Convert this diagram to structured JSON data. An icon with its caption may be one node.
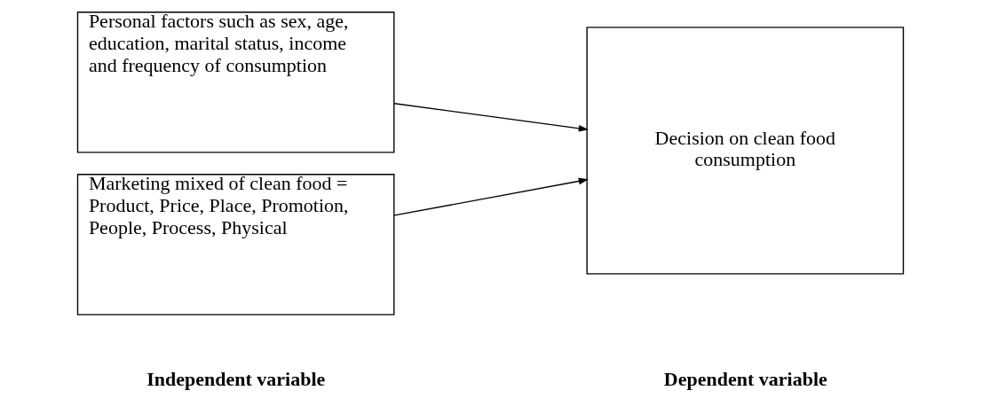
{
  "diagram": {
    "nodes": [
      {
        "text": [
          "Personal factors such as sex, age, education, marital status, income and frequency of consumption"
        ]
      },
      {
        "text": [
          "Marketing mixed of clean food = Product, Price, Place, Promotion, People, Process, Physical"
        ]
      },
      {
        "text": [
          "Decision on clean food consumption"
        ]
      }
    ],
    "edges": [
      {
        "from": 0,
        "to": 2,
        "arrow": "to"
      },
      {
        "from": 1,
        "to": 2,
        "arrow": "to"
      }
    ],
    "labels": [
      "Independent variable",
      "Dependent variable"
    ]
  }
}
